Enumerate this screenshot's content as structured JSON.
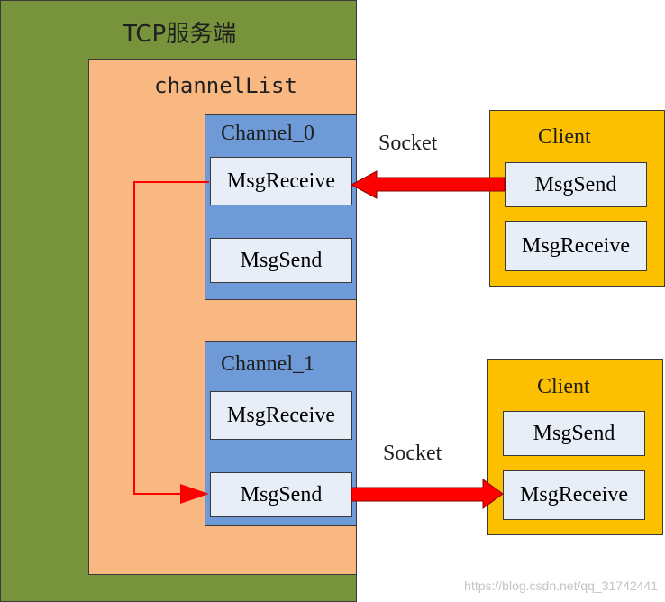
{
  "server": {
    "title": "TCP服务端"
  },
  "channel_list": {
    "title": "channelList"
  },
  "channels": [
    {
      "title": "Channel_0",
      "receive": "MsgReceive",
      "send": "MsgSend"
    },
    {
      "title": "Channel_1",
      "receive": "MsgReceive",
      "send": "MsgSend"
    }
  ],
  "clients": [
    {
      "title": "Client",
      "send": "MsgSend",
      "receive": "MsgReceive"
    },
    {
      "title": "Client",
      "send": "MsgSend",
      "receive": "MsgReceive"
    }
  ],
  "connections": [
    {
      "label": "Socket"
    },
    {
      "label": "Socket"
    }
  ],
  "watermark": "https://blog.csdn.net/qq_31742441",
  "colors": {
    "server": "#77933c",
    "channel_list": "#f9b882",
    "channel": "#6e9bd8",
    "client": "#fdc000",
    "message_box": "#e8eef8",
    "arrow": "#ff0000"
  }
}
